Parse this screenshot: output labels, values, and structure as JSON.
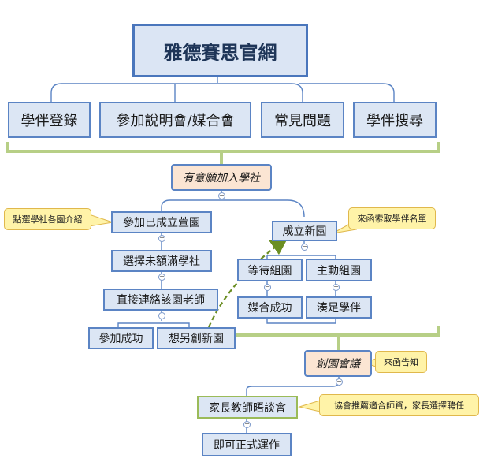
{
  "root": {
    "title": "雅德賽思官網"
  },
  "categories": [
    {
      "label": "學伴登錄"
    },
    {
      "label": "參加說明會/媒合會"
    },
    {
      "label": "常見問題"
    },
    {
      "label": "學伴搜尋"
    }
  ],
  "flow": {
    "join": "有意願加入學社",
    "existing": "參加已成立萱園",
    "choose": "選擇未額滿學社",
    "contact": "直接連絡該園老師",
    "success": "參加成功",
    "create_alt": "想另創新園",
    "new_garden": "成立新園",
    "wait": "等待組園",
    "active": "主動組園",
    "matched": "媒合成功",
    "gather": "湊足學伴",
    "meeting": "創園會議",
    "talk": "家長教師晤談會",
    "start": "即可正式運作"
  },
  "callouts": {
    "intro": "點選學社各園介紹",
    "list": "來函索取學伴名單",
    "notice": "來函告知",
    "recommend": "協會推薦適合師資，家長選擇聘任"
  },
  "collapse_symbol": "−",
  "colors": {
    "node_fill": "#dce6f4",
    "node_border": "#5b84c4",
    "root_border": "#4a76bc",
    "connector": "#5b84c4",
    "green_bracket": "#b7cf86",
    "green_arrow": "#6b8e23",
    "peach_fill": "#fbe5d3",
    "callout_fill": "#fff3a8"
  }
}
